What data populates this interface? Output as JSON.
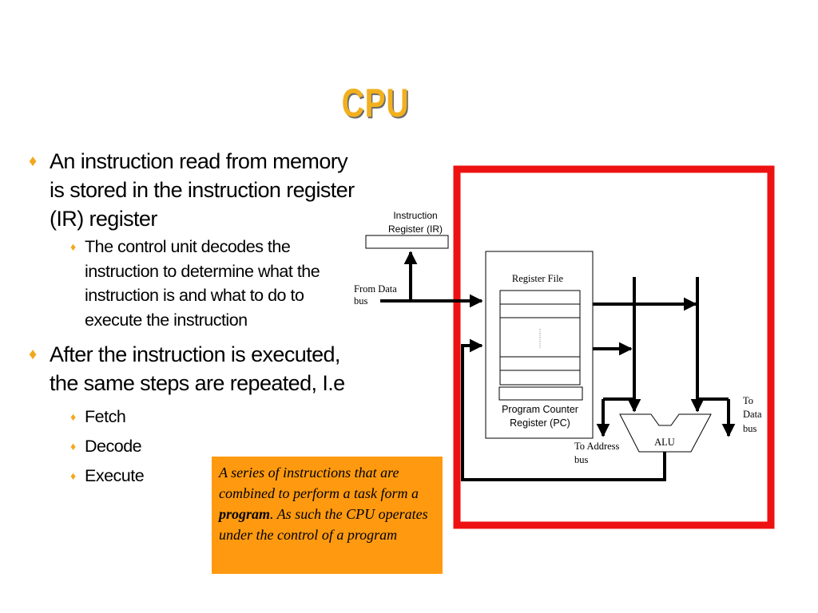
{
  "slide": {
    "title": "CPU",
    "bullets": [
      {
        "text": "An instruction read from memory is stored in the instruction register (IR) register",
        "sub": [
          "The control unit decodes the instruction to determine what the instruction is and what to do to execute the instruction"
        ]
      },
      {
        "text": "After the instruction is executed, the same steps are repeated, I.e",
        "sub": [
          "Fetch",
          "Decode",
          "Execute"
        ]
      }
    ]
  },
  "diagram": {
    "ir_label_1": "Instruction",
    "ir_label_2": "Register (IR)",
    "from_data_1": "From Data",
    "from_data_2": "bus",
    "register_file": "Register File",
    "pc_label_1": "Program Counter",
    "pc_label_2": "Register (PC)",
    "to_address_1": "To Address",
    "to_address_2": "bus",
    "alu": "ALU",
    "to_data_1": "To",
    "to_data_2": "Data",
    "to_data_3": "bus",
    "frame_color": "#ee1111"
  },
  "callout": {
    "before": "A series of instructions that are combined to perform a task form a ",
    "bold": "program",
    "after": ". As such the CPU operates under the control of a program",
    "bg_color": "#ff9a10"
  }
}
